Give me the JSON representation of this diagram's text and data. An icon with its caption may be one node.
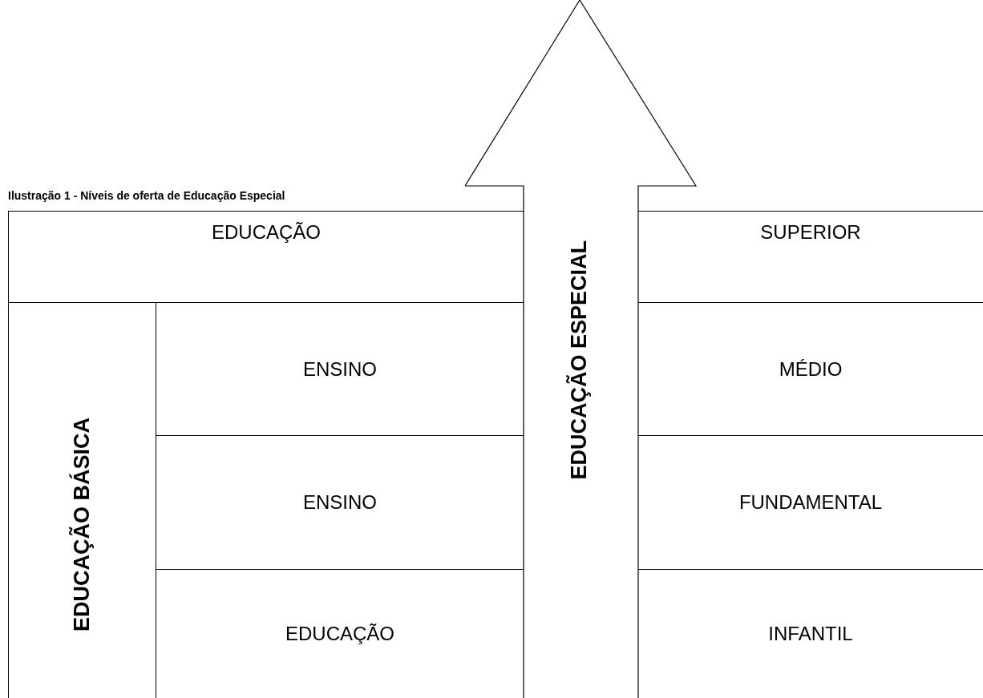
{
  "diagram": {
    "title": "Ilustração 1 - Níveis de oferta de Educação Especial",
    "nodes": [
      {
        "text": [
          "EDUCAÇÃO ESPECIAL"
        ]
      },
      {
        "text": [
          "EDUCAÇÃO"
        ]
      },
      {
        "text": [
          "SUPERIOR"
        ]
      },
      {
        "text": [
          "EDUCAÇÃO BÁSICA"
        ]
      },
      {
        "text": [
          "ENSINO"
        ]
      },
      {
        "text": [
          "MÉDIO"
        ]
      },
      {
        "text": [
          "ENSINO"
        ]
      },
      {
        "text": [
          "FUNDAMENTAL"
        ]
      },
      {
        "text": [
          "EDUCAÇÃO"
        ]
      },
      {
        "text": [
          "INFANTIL"
        ]
      }
    ]
  }
}
